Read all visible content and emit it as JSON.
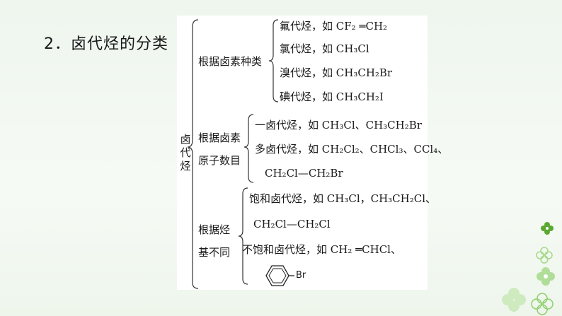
{
  "heading": "2．卤代烃的分类",
  "root": "卤代烃",
  "groups": [
    {
      "label_lines": [
        "根据卤素种类"
      ],
      "items": [
        "氟代烃，如 CF₂ ═CH₂",
        "氯代烃，如 CH₃Cl",
        "溴代烃，如 CH₃CH₂Br",
        "碘代烃，如 CH₃CH₂I"
      ]
    },
    {
      "label_lines": [
        "根据卤素",
        "原子数目"
      ],
      "items": [
        "一卤代烃，如 CH₃Cl、CH₃CH₂Br",
        "多卤代烃，如 CH₂Cl₂、CHCl₃、CCl₄、",
        "CH₂Cl—CH₂Br"
      ]
    },
    {
      "label_lines": [
        "根据烃",
        "基不同"
      ],
      "items": [
        "饱和卤代烃，如 CH₃Cl，CH₃CH₂Cl、",
        "CH₂Cl—CH₂Cl",
        "不饱和卤代烃，如 CH₂ ═CHCl、",
        "Br"
      ]
    }
  ],
  "colors": {
    "accent": "#5aa832",
    "flower": "#a6d98a"
  },
  "icons": [
    "benzene-ring-icon",
    "clover-flower-icon"
  ]
}
